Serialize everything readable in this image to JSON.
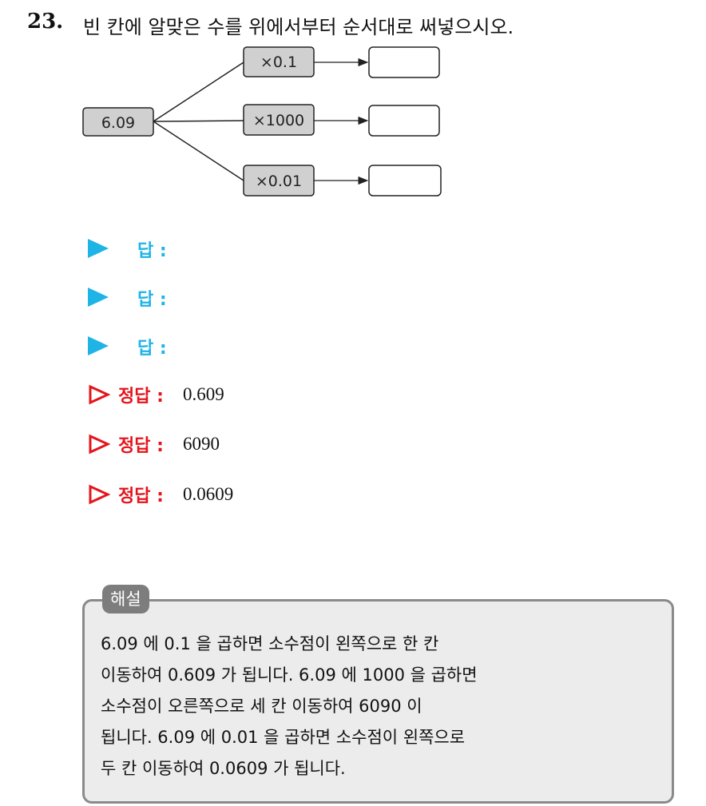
{
  "question": {
    "number": "23.",
    "text": "빈 칸에 알맞은 수를 위에서부터 순서대로 써넣으시오."
  },
  "diagram": {
    "start": "6.09",
    "operations": [
      "×0.1",
      "×1000",
      "×0.01"
    ]
  },
  "answers": [
    {
      "label": "답 :"
    },
    {
      "label": "답 :"
    },
    {
      "label": "답 :"
    }
  ],
  "correct": [
    {
      "label": "정답 :",
      "value": "0.609"
    },
    {
      "label": "정답 :",
      "value": "6090"
    },
    {
      "label": "정답 :",
      "value": "0.0609"
    }
  ],
  "explanation": {
    "tag": "해설",
    "lines": [
      "6.09 에 0.1 을 곱하면 소수점이 왼쪽으로 한 칸",
      "이동하여 0.609 가 됩니다. 6.09 에 1000 을 곱하면",
      "소수점이 오른쪽으로 세 칸 이동하여 6090 이",
      "됩니다. 6.09 에 0.01 을 곱하면 소수점이 왼쪽으로",
      "두 칸 이동하여 0.0609 가 됩니다."
    ]
  },
  "colors": {
    "answer_marker": "#1fb4e6",
    "correct_marker": "#e5141c",
    "box_fill": "#d0d0d0",
    "explain_bg": "#ececec"
  }
}
